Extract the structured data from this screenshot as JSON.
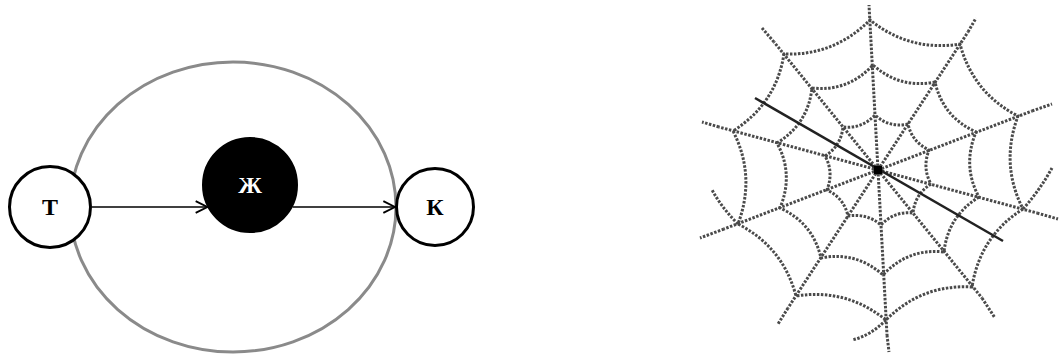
{
  "diagram": {
    "nodes": [
      {
        "text": [
          "Т"
        ]
      },
      {
        "text": [
          "Ж"
        ]
      },
      {
        "text": [
          "К"
        ]
      }
    ],
    "edges": [
      {
        "from": 0,
        "to": 1,
        "arrow": "to"
      },
      {
        "from": 1,
        "to": 2,
        "arrow": "to"
      }
    ]
  }
}
